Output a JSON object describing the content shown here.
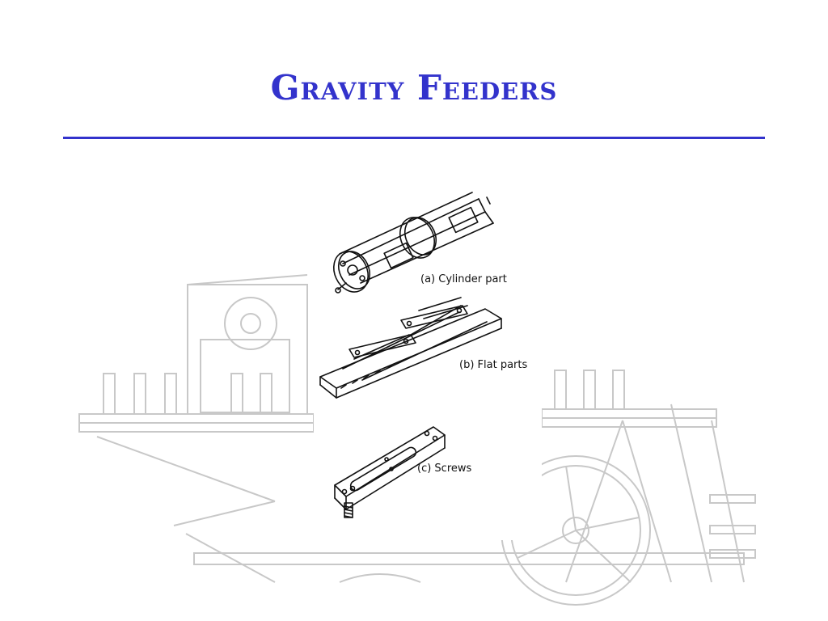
{
  "slide": {
    "title": "Gravity Feeders"
  },
  "figure": {
    "captions": {
      "cylinder": "(a) Cylinder part",
      "flat": "(b) Flat parts",
      "screws": "(c) Screws"
    }
  },
  "colors": {
    "title": "#3333cc",
    "rule": "#3333cc",
    "backdrop_lines": "#c8c8c8",
    "drawing_lines": "#111111"
  }
}
